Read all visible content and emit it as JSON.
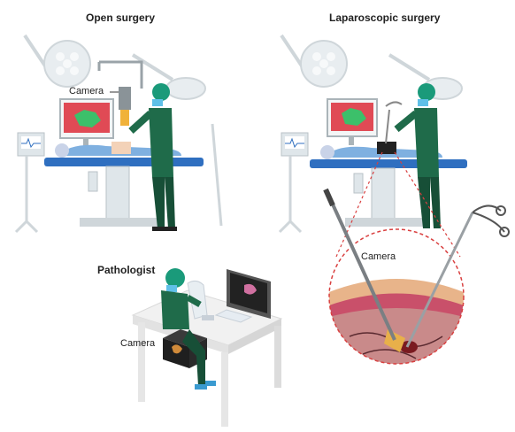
{
  "panels": {
    "open": {
      "title": "Open surgery",
      "camera_label": "Camera"
    },
    "laparoscopic": {
      "title": "Laparoscopic surgery",
      "camera_label": "Camera"
    },
    "pathologist": {
      "title": "Pathologist",
      "camera_label": "Camera"
    }
  },
  "colors": {
    "scrubs": "#1f6b4a",
    "scrubs_dark": "#174f37",
    "cap": "#1a9a7a",
    "table_blue": "#2f6fc0",
    "patient_blue": "#7fb0e0",
    "monitor_red": "#e04a55",
    "tissue_green": "#3cc06a",
    "lamp": "#dfe6ea",
    "dashed_red": "#d94040",
    "tissue_pink": "#c98a8a"
  }
}
